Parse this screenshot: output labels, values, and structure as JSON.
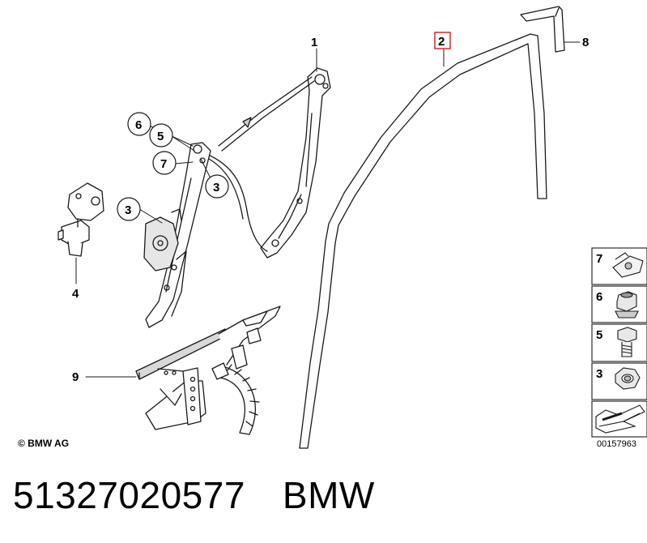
{
  "diagram": {
    "callouts": {
      "c1": "1",
      "c2": "2",
      "c3a": "3",
      "c3b": "3",
      "c4": "4",
      "c5": "5",
      "c6": "6",
      "c7": "7",
      "c8": "8",
      "c9": "9"
    },
    "legend": {
      "item7": "7",
      "item6": "6",
      "item5": "5",
      "item3": "3"
    },
    "copyright": "© BMW AG",
    "diagram_id": "00157963"
  },
  "footer": {
    "part_number": "51327020577",
    "brand": "BMW"
  },
  "colors": {
    "highlight_box": "#e0262b",
    "line": "#1a1a1a",
    "part_fill": "#ffffff",
    "shade": "#d9d9d9"
  }
}
